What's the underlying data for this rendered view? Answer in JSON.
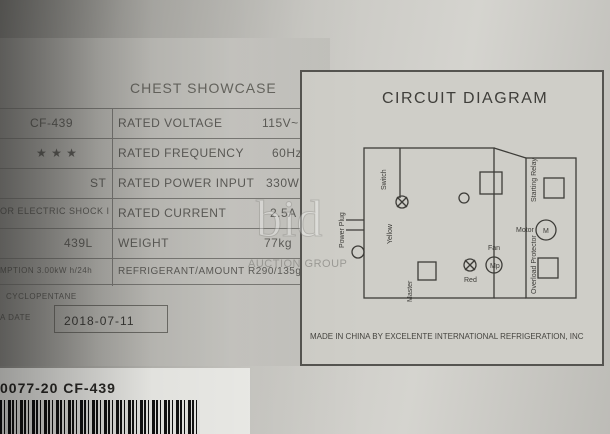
{
  "nameplate": {
    "header": "CHEST SHOWCASE",
    "rows": [
      {
        "left": "CF-439",
        "label": "RATED VOLTAGE",
        "value": "115V~"
      },
      {
        "left": "★ ★ ★",
        "label": "RATED FREQUENCY",
        "value": "60Hz"
      },
      {
        "left": "ST",
        "label": "RATED POWER INPUT",
        "value": "330W"
      },
      {
        "left": "OR ELECTRIC SHOCK    I",
        "label": "RATED  CURRENT",
        "value": "2.5A"
      },
      {
        "left": "439L",
        "label": "WEIGHT",
        "value": "77kg"
      },
      {
        "left": "MPTION 3.00kW h/24h",
        "label": "REFRIGERANT/AMOUNT",
        "value": "R290/135g"
      }
    ],
    "blowing_agent": "CYCLOPENTANE",
    "date_label": "A DATE",
    "date": "2018-07-11"
  },
  "diagram": {
    "title": "CIRCUIT DIAGRAM",
    "labels": {
      "power_plug": "Power Plug",
      "switch": "Switch",
      "yellow": "Yellow",
      "master": "Master",
      "red": "Red",
      "fan": "Fan",
      "mp": "Mp",
      "starting_relay": "Starting Relay",
      "motor": "Motor",
      "m": "M",
      "overload_protector": "Overload Protector"
    },
    "made_in": "MADE IN CHINA BY EXCELENTE INTERNATIONAL REFRIGERATION, INC"
  },
  "serial": "0077-20 CF-439",
  "watermark": "AUCTION GROUP"
}
